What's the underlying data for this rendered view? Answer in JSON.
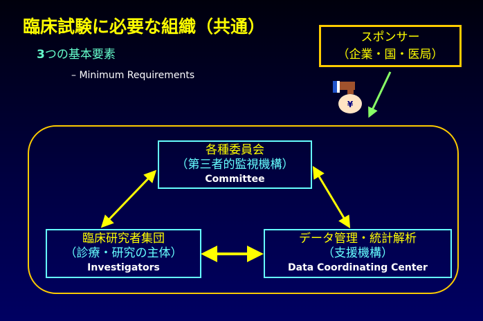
{
  "slide": {
    "title": "臨床試験に必要な組織（共通）",
    "subtitle_number": "3",
    "subtitle_text": "つの基本要素",
    "bullet": "–  Minimum Requirements"
  },
  "sponsor": {
    "line1": "スポンサー",
    "line2": "（企業・国・医局）"
  },
  "money_bag_icon": {
    "symbol": "¥"
  },
  "committee": {
    "line1": "各種委員会",
    "line2": "（第三者的監視機構）",
    "line3": "Committee"
  },
  "investigators": {
    "line1": "臨床研究者集団",
    "line2": "（診療・研究の主体）",
    "line3": "Investigators"
  },
  "dcc": {
    "line1": "データ管理・統計解析",
    "line2": "（支援機構）",
    "line3": "Data Coordinating Center"
  },
  "colors": {
    "title": "#ffff00",
    "border_box": "#66ffff",
    "frame": "#ffcc00",
    "green_arrow": "#88ff66"
  }
}
